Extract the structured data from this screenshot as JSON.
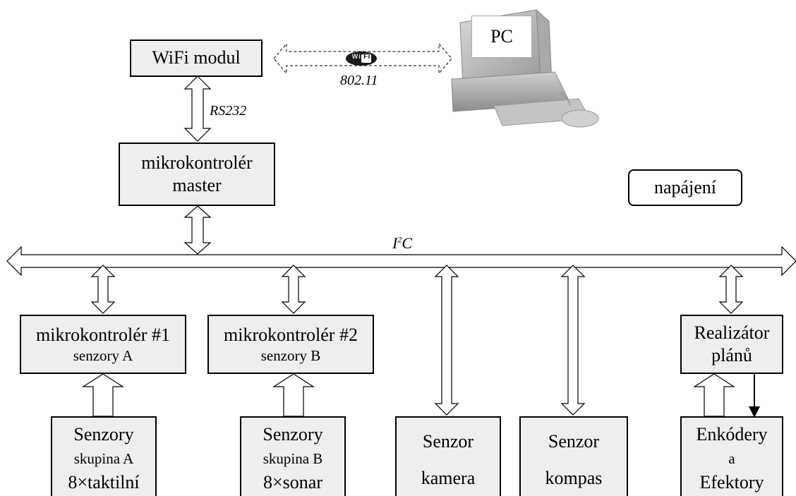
{
  "wifi_module": {
    "label": "WiFi modul"
  },
  "pc": {
    "label": "PC"
  },
  "wifi_link": {
    "logo_text": "Wi Fi",
    "label": "802.11"
  },
  "rs232": {
    "label": "RS232"
  },
  "master": {
    "line1": "mikrokontrolér",
    "line2": "master"
  },
  "power": {
    "label": "napájení"
  },
  "bus": {
    "label_main": "I",
    "label_sup": "2",
    "label_end": "C"
  },
  "mcu1": {
    "line1": "mikrokontrolér #1",
    "line2": "senzory A"
  },
  "mcu2": {
    "line1": "mikrokontrolér #2",
    "line2": "senzory B"
  },
  "planner": {
    "line1": "Realizátor",
    "line2": "plánů"
  },
  "sensors_a": {
    "line1": "Senzory",
    "line2": "skupina A",
    "line3": "8×taktilní"
  },
  "sensors_b": {
    "line1": "Senzory",
    "line2": "skupina B",
    "line3": "8×sonar"
  },
  "camera": {
    "line1": "Senzor",
    "line2": "kamera"
  },
  "compass": {
    "line1": "Senzor",
    "line2": "kompas"
  },
  "effectors": {
    "line1": "Enkódery",
    "line2": "a",
    "line3": "Efektory"
  }
}
